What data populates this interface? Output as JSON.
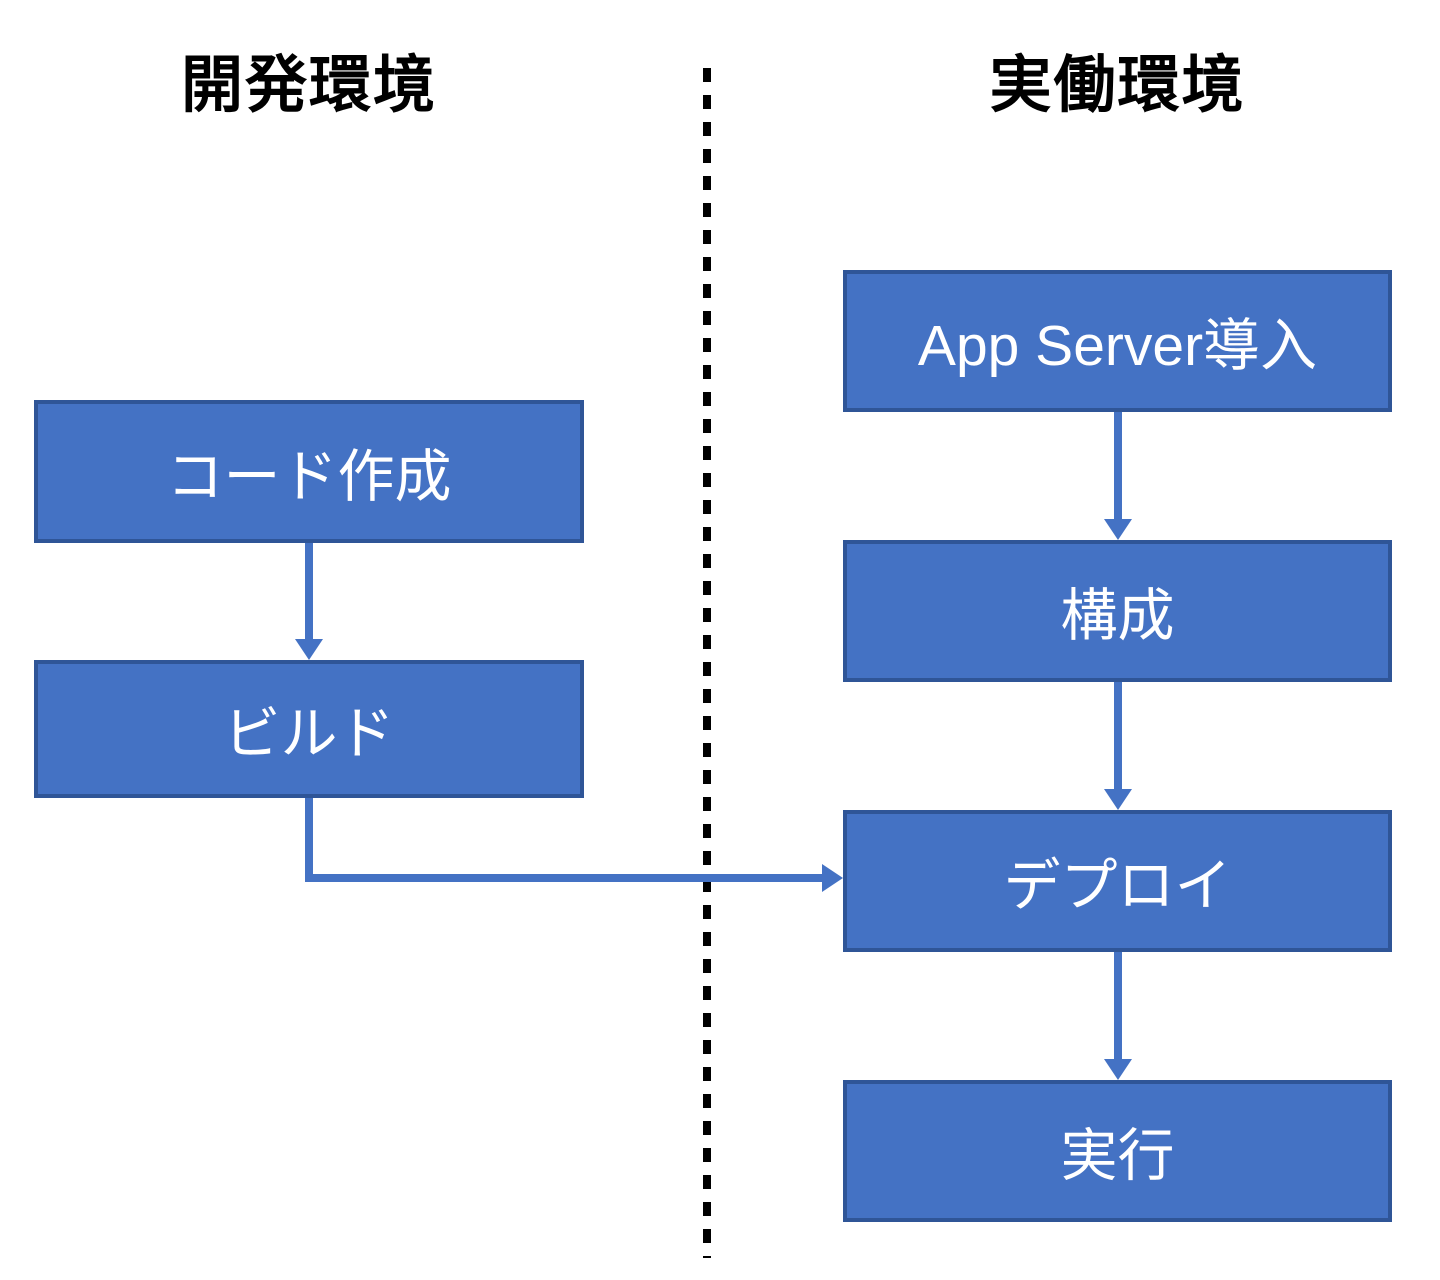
{
  "headings": {
    "left": "開発環境",
    "right": "実働環境"
  },
  "nodes": {
    "code": "コード作成",
    "build": "ビルド",
    "appserver": "App Server導入",
    "config": "構成",
    "deploy": "デプロイ",
    "run": "実行"
  },
  "flows": [
    {
      "from": "コード作成",
      "to": "ビルド"
    },
    {
      "from": "ビルド",
      "to": "デプロイ"
    },
    {
      "from": "App Server導入",
      "to": "構成"
    },
    {
      "from": "構成",
      "to": "デプロイ"
    },
    {
      "from": "デプロイ",
      "to": "実行"
    }
  ],
  "colors": {
    "node_fill": "#4472C4",
    "node_border": "#2F5597",
    "node_text": "#FFFFFF",
    "arrow": "#4472C4",
    "divider": "#000000",
    "heading_text": "#000000"
  }
}
